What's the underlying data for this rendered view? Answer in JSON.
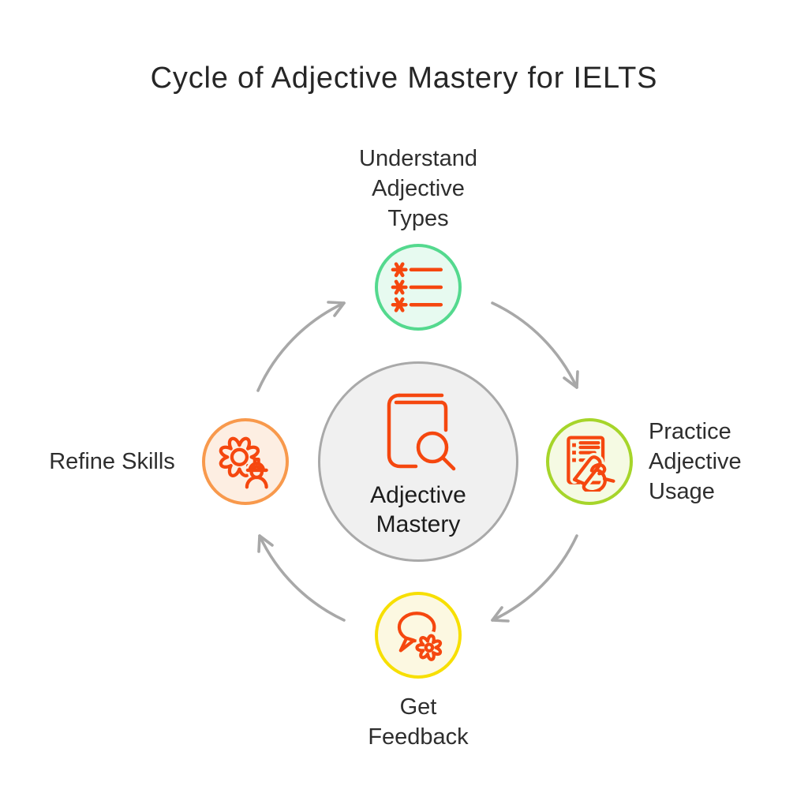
{
  "title": "Cycle of Adjective Mastery for IELTS",
  "center": {
    "label": "Adjective\nMastery",
    "icon": "book-magnifier-icon",
    "fill": "#f0f0f0",
    "border": "#a9a9a9"
  },
  "nodes": [
    {
      "id": "understand",
      "label": "Understand\nAdjective\nTypes",
      "icon": "asterisk-list-icon",
      "fill": "#e7faf0",
      "border": "#54d98e",
      "position": "top"
    },
    {
      "id": "practice",
      "label": "Practice\nAdjective\nUsage",
      "icon": "document-writing-icon",
      "fill": "#f5fae3",
      "border": "#a6d52a",
      "position": "right"
    },
    {
      "id": "feedback",
      "label": "Get\nFeedback",
      "icon": "speech-bubble-gear-icon",
      "fill": "#fcf8e1",
      "border": "#f7df00",
      "position": "bottom"
    },
    {
      "id": "refine",
      "label": "Refine Skills",
      "icon": "gear-worker-icon",
      "fill": "#fdeee2",
      "border": "#f8994c",
      "position": "left"
    }
  ],
  "arrows": [
    {
      "from": "refine",
      "to": "understand"
    },
    {
      "from": "understand",
      "to": "practice"
    },
    {
      "from": "practice",
      "to": "feedback"
    },
    {
      "from": "feedback",
      "to": "refine"
    }
  ],
  "colors": {
    "icon_stroke": "#f5470f",
    "arrow": "#a8a8a8",
    "text": "#2b2b2b",
    "background": "#ffffff"
  }
}
